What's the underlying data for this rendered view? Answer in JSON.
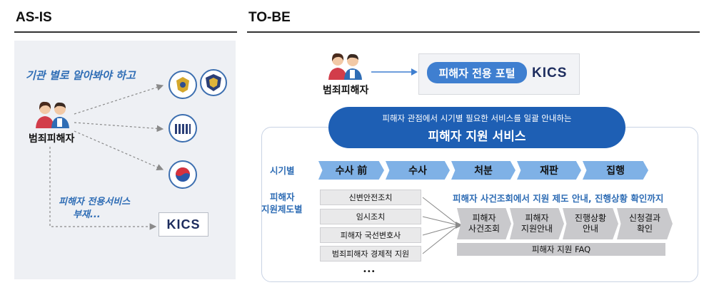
{
  "asis": {
    "title": "AS-IS",
    "find_text": "기관 별로 알아봐야 하고",
    "victim_label": "범죄피해자",
    "no_service_line1": "피해자 전용서비스",
    "no_service_line2": "부재...",
    "kics_label": "KICS"
  },
  "tobe": {
    "title": "TO-BE",
    "victim_label": "범죄피해자",
    "portal_label": "피해자 전용 포털",
    "kics_label": "KICS",
    "banner_sub": "피해자 관점에서 시기별 필요한 서비스를 일괄 안내하는",
    "banner_main": "피해자 지원 서비스",
    "stage_row_label": "시기별",
    "stages": [
      "수사 前",
      "수사",
      "처분",
      "재판",
      "집행"
    ],
    "system_row_label_1": "피해자",
    "system_row_label_2": "지원제도별",
    "systems": [
      "신변안전조치",
      "임시조치",
      "피해자 국선변호사",
      "범죄피해자 경제적 지원"
    ],
    "ellipsis": "•••",
    "guide_title": "피해자 사건조회에서 지원 제도 안내, 진행상황 확인까지",
    "guide_steps": [
      {
        "line1": "피해자",
        "line2": "사건조회"
      },
      {
        "line1": "피해자",
        "line2": "지원안내"
      },
      {
        "line1": "진행상황",
        "line2": "안내"
      },
      {
        "line1": "신청결과",
        "line2": "확인"
      }
    ],
    "faq_label": "피해자 지원 FAQ"
  },
  "colors": {
    "accent_blue": "#2f6db5",
    "chevron_blue": "#7fb1e6",
    "banner_blue": "#1e5fb4",
    "gray": "#c9c9cc"
  }
}
